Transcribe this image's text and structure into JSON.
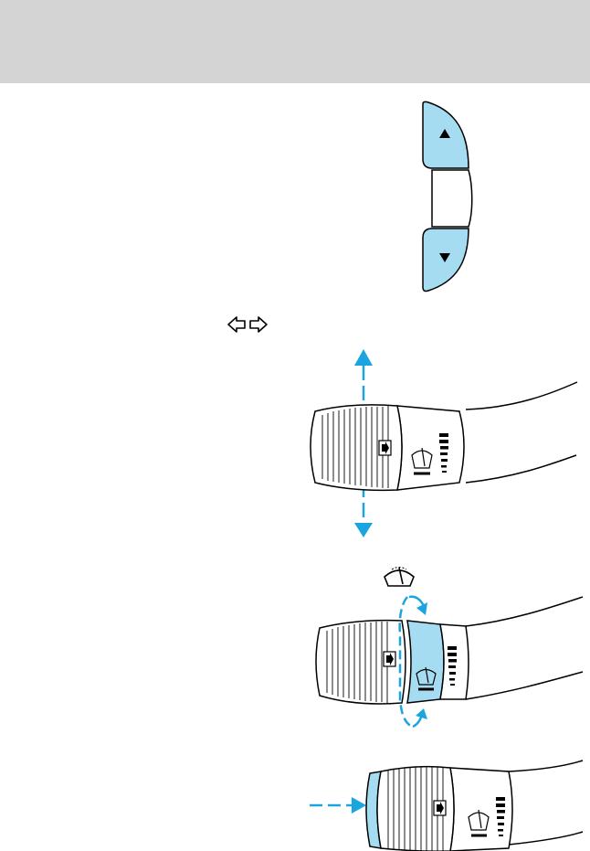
{
  "header": {
    "background": "#d4d4d4"
  },
  "colors": {
    "accent_fill": "#a6dcf2",
    "arrow": "#1ca4e0",
    "outline": "#000000"
  },
  "figures": [
    {
      "name": "up-down-rocker-switch",
      "icons": [
        "triangle-up-icon",
        "triangle-down-icon"
      ]
    },
    {
      "name": "turn-signal-arrows",
      "icons": [
        "left-arrow-icon",
        "right-arrow-icon"
      ]
    },
    {
      "name": "lever-up-down-motion",
      "icons": [
        "up-arrow-icon",
        "down-arrow-icon",
        "wiper-symbol-icon"
      ]
    },
    {
      "name": "wiper-control-rotation",
      "icons": [
        "wiper-symbol-icon",
        "rotate-arrow-icon"
      ]
    },
    {
      "name": "lever-end-push",
      "icons": [
        "push-arrow-icon",
        "wiper-symbol-icon"
      ]
    }
  ]
}
